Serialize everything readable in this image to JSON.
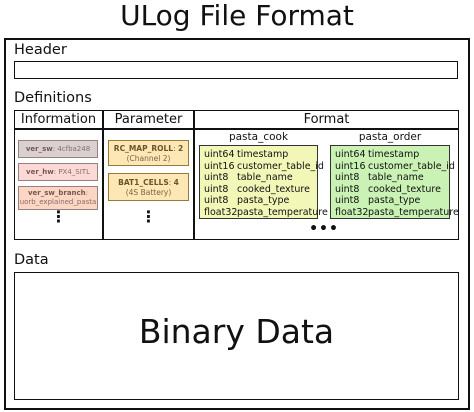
{
  "title": "ULog File Format",
  "header": {
    "label": "Header"
  },
  "definitions": {
    "label": "Definitions",
    "information": {
      "heading": "Information",
      "items": [
        {
          "key": "ver_sw",
          "value": "4cfba248",
          "color": "#d9d0d0"
        },
        {
          "key": "ver_hw",
          "value": "PX4_SITL",
          "color": "#fbd9d4"
        },
        {
          "key": "ver_sw_branch",
          "value": "uorb_explained_pasta",
          "color": "#fbd6c2"
        }
      ],
      "more": "⋮"
    },
    "parameter": {
      "heading": "Parameter",
      "items": [
        {
          "key": "RC_MAP_ROLL",
          "value": "2",
          "note": "(Channel 2)"
        },
        {
          "key": "BAT1_CELLS",
          "value": "4",
          "note": "(4S Battery)"
        }
      ],
      "more": "⋮"
    },
    "format": {
      "heading": "Format",
      "formats": [
        {
          "name": "pasta_cook",
          "color": "#f2f7b8",
          "fields": [
            {
              "type": "uint64",
              "name": "timestamp"
            },
            {
              "type": "uint16",
              "name": "customer_table_id"
            },
            {
              "type": "uint8",
              "name": "table_name"
            },
            {
              "type": "uint8",
              "name": "cooked_texture"
            },
            {
              "type": "uint8",
              "name": "pasta_type"
            },
            {
              "type": "float32",
              "name": "pasta_temperature"
            }
          ]
        },
        {
          "name": "pasta_order",
          "color": "#c9f2b4",
          "fields": [
            {
              "type": "uint64",
              "name": "timestamp"
            },
            {
              "type": "uint16",
              "name": "customer_table_id"
            },
            {
              "type": "uint8",
              "name": "table_name"
            },
            {
              "type": "uint8",
              "name": "cooked_texture"
            },
            {
              "type": "uint8",
              "name": "pasta_type"
            },
            {
              "type": "float32",
              "name": "pasta_temperature"
            }
          ]
        }
      ],
      "more": "•••"
    }
  },
  "data_section": {
    "label": "Data",
    "content": "Binary Data"
  }
}
